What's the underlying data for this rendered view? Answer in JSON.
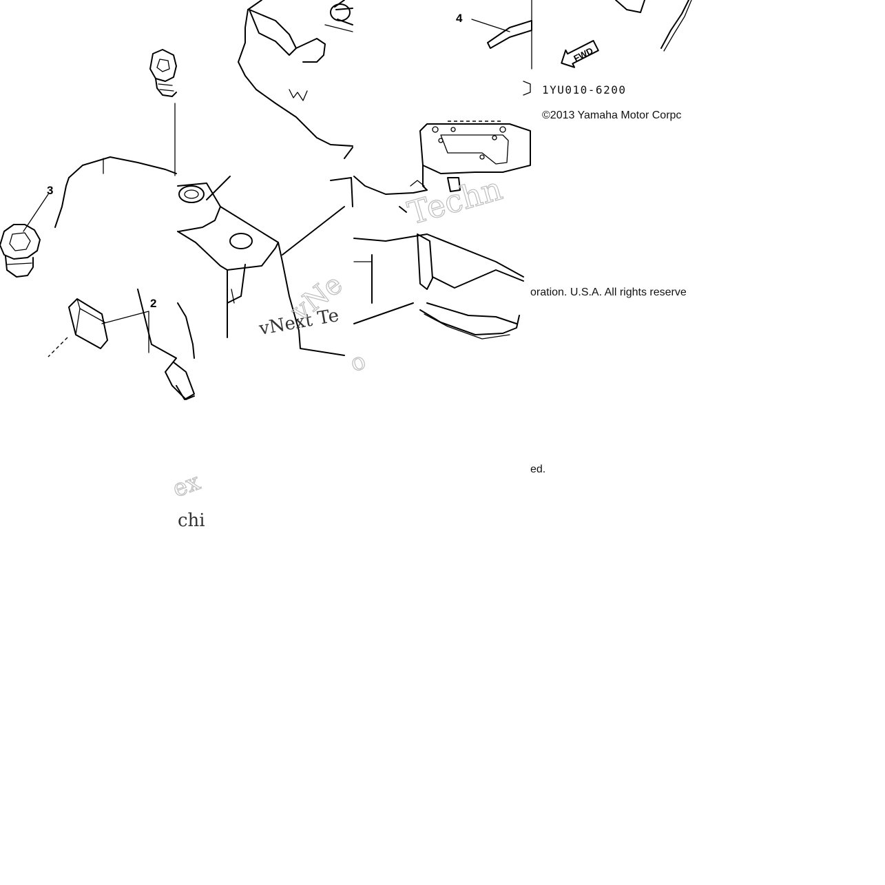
{
  "diagram": {
    "callouts": {
      "c2": "2",
      "c3": "3",
      "c4": "4"
    },
    "part_code": "1YU010-6200",
    "copyright_line1": "©2013 Yamaha Motor Corpc",
    "copyright_line2": "oration. U.S.A. All rights reserve",
    "copyright_line3": "ed.",
    "fwd_label": "FWD",
    "watermarks": {
      "w1": "vNext Te",
      "w2": "Techn",
      "w3": "vNe",
      "w4": "ex",
      "w5": "chi",
      "w6": "o"
    }
  }
}
